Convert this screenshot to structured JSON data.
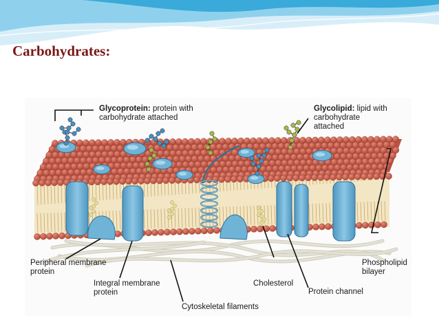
{
  "slide": {
    "title": "Carbohydrates:",
    "header_colors": {
      "light": "#d7eef9",
      "mid": "#7fcbea",
      "deep": "#2aa3d6"
    }
  },
  "diagram": {
    "colors": {
      "lipid_head": "#c9614f",
      "lipid_head_edge": "#9c3b2e",
      "lipid_tail": "#e8c98a",
      "protein": "#6fb3d6",
      "protein_edge": "#2f6f95",
      "glyco_chain": "#4a8fc0",
      "glycolipid_chain": "#a8b84a",
      "cholesterol": "#e8dc9a",
      "filament": "#e4e2d6"
    },
    "labels": {
      "glycoprotein_term": "Glycoprotein:",
      "glycoprotein_desc_1": " protein with",
      "glycoprotein_desc_2": "carbohydrate attached",
      "glycolipid_term": "Glycolipid:",
      "glycolipid_desc_1": " lipid with",
      "glycolipid_desc_2": "carbohydrate",
      "glycolipid_desc_3": "attached",
      "peripheral_1": "Peripheral membrane",
      "peripheral_2": "protein",
      "integral_1": "Integral membrane",
      "integral_2": "protein",
      "cholesterol": "Cholesterol",
      "protein_channel": "Protein channel",
      "cytoskeletal": "Cytoskeletal filaments",
      "phospholipid_1": "Phospholipid",
      "phospholipid_2": "bilayer"
    }
  }
}
